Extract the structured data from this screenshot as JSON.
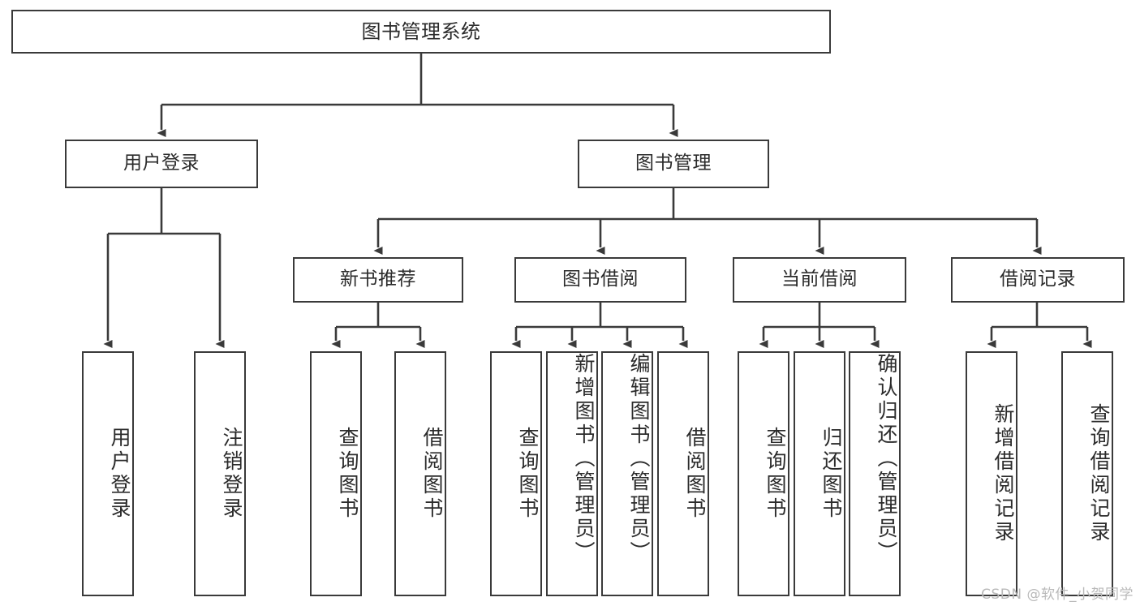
{
  "diagram": {
    "type": "hierarchy-tree",
    "title": "图书管理系统",
    "root": {
      "label": "图书管理系统"
    },
    "level2": [
      {
        "label": "用户登录"
      },
      {
        "label": "图书管理"
      }
    ],
    "level3": [
      {
        "label": "新书推荐"
      },
      {
        "label": "图书借阅"
      },
      {
        "label": "当前借阅"
      },
      {
        "label": "借阅记录"
      }
    ],
    "leaves": {
      "user_login": [
        {
          "label": "用户登录"
        },
        {
          "label": "注销登录"
        }
      ],
      "new_book_recommend": [
        {
          "label": "查询图书"
        },
        {
          "label": "借阅图书"
        }
      ],
      "book_borrow": [
        {
          "label": "查询图书"
        },
        {
          "label": "新增图书（管理员）"
        },
        {
          "label": "编辑图书（管理员）"
        },
        {
          "label": "借阅图书"
        }
      ],
      "current_borrow": [
        {
          "label": "查询图书"
        },
        {
          "label": "归还图书"
        },
        {
          "label": "确认归还（管理员）"
        }
      ],
      "borrow_record": [
        {
          "label": "新增借阅记录"
        },
        {
          "label": "查询借阅记录"
        }
      ]
    }
  },
  "watermark": {
    "text": "CSDN @软件_小贺同学"
  },
  "colors": {
    "border": "#3a3a3a",
    "text": "#2b2b2b",
    "background": "#ffffff",
    "watermark": "#b9b9b9"
  }
}
